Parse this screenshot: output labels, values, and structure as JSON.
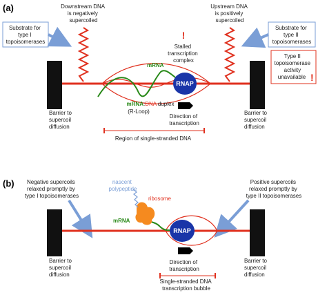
{
  "panel_a": {
    "label": "(a)",
    "downstream_note": [
      "Downstream DNA",
      "is negatively",
      "supercoiled"
    ],
    "upstream_note": [
      "Upstream DNA",
      "is positively",
      "supercoiled"
    ],
    "substrate_type1": [
      "Substrate for",
      "type I",
      "topoisomerases"
    ],
    "substrate_type2": [
      "Substrate for",
      "type II",
      "topoisomerases"
    ],
    "stalled": [
      "Stalled",
      "transcription",
      "complex"
    ],
    "exclamation": "!",
    "mrna": "mRNA",
    "rnap": "RNAP",
    "duplex_mrna": "mRNA",
    "duplex_colon": ":",
    "duplex_dna": "DNA",
    "duplex_word": " duplex",
    "rloop": "(R-Loop)",
    "direction": [
      "Direction of",
      "transcription"
    ],
    "barrier_left": [
      "Barrier to",
      "supercoil",
      "diffusion"
    ],
    "barrier_right": [
      "Barrier to",
      "supercoil",
      "diffusion"
    ],
    "warning_box": [
      "Type II",
      "topoisomerase",
      "activity",
      "unavailable"
    ],
    "region": "Region of single-stranded DNA"
  },
  "panel_b": {
    "label": "(b)",
    "neg_note": [
      "Negative supercoils",
      "relaxed promptly by",
      "type I topoisomerases"
    ],
    "pos_note": [
      "Positive supercoils",
      "relaxed promptly by",
      "type II topoisomerases"
    ],
    "nascent": [
      "nascent",
      "polypeptide"
    ],
    "ribosome": "ribosome",
    "mrna": "mRNA",
    "rnap": "RNAP",
    "direction": [
      "Direction of",
      "transcription"
    ],
    "barrier_left": [
      "Barrier to",
      "supercoil",
      "diffusion"
    ],
    "barrier_right": [
      "Barrier to",
      "supercoil",
      "diffusion"
    ],
    "bubble": [
      "Single-stranded DNA",
      "transcription bubble"
    ]
  },
  "colors": {
    "dna": "#e0301e",
    "mrna": "#2a8a1a",
    "rnap": "#1a35a8",
    "ribosome": "#f58a1f",
    "arrow": "#7a9ed6",
    "barrier": "#111111"
  }
}
